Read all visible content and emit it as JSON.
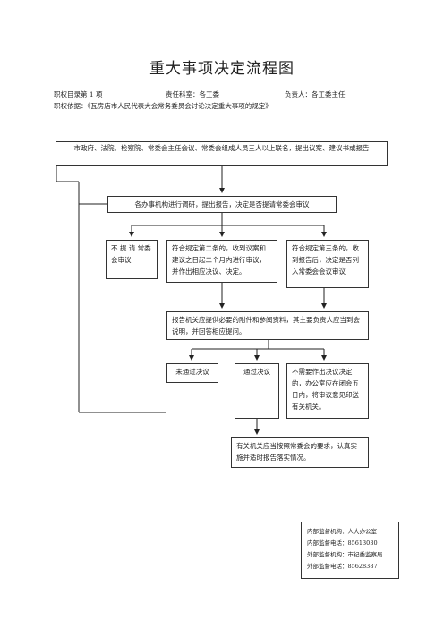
{
  "title": "重大事项决定流程图",
  "meta": {
    "directory_no": "职权目录第 1 项",
    "department": "责任科室：各工委",
    "responsible": "负责人：各工委主任",
    "basis": "职权依据：《瓦房店市人民代表大会常务委员会讨论决定重大事项的规定》"
  },
  "flow": {
    "proposal": "市政府、法院、检察院、常委会主任会议、常委会组成人员三人以上联名，提出议案、建议书或报告",
    "research": "各办事机构进行调研，提出报告，决定是否提请常委会审议",
    "not_submit": "不 提 请 常委会审议",
    "article2": "符合规定第二条的，收到议案和建议之日起二个月内进行审议，并作出相应决议、决定。",
    "article3": "符合规定第三条的，收到报告后，决定是否列入常委会会议审议",
    "report_org": "报告机关应提供必要的附件和参阅资料，其主要负责人应当到会说明，并回答相应提问。",
    "not_passed": "未通过决议",
    "passed": "通过决议",
    "no_decision": "不需要作出决议决定的，办公室应在闭会五日内，将审议意见印送有关机关。",
    "implement": "有关机关应当按照常委会的要求，认真实施并适时报告落实情况。"
  },
  "supervision": {
    "internal_org": "内部监督机构：人大办公室",
    "internal_tel": "内部监督电话：85613030",
    "external_org": "外部监督机构：市纪委监察局",
    "external_tel": "外部监督电话：85628387"
  }
}
